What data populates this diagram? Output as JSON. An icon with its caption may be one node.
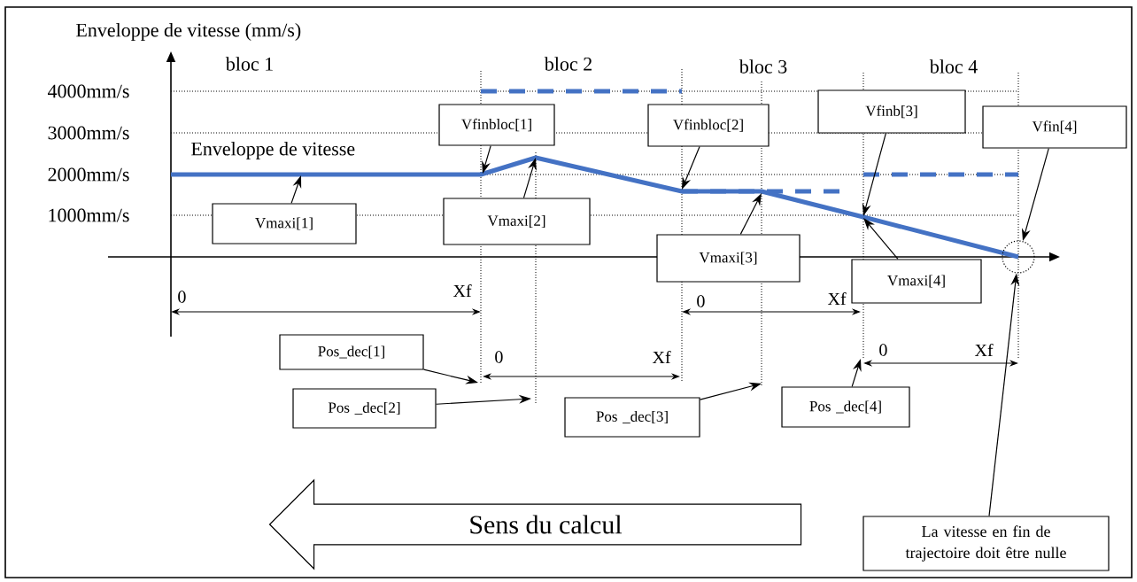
{
  "diagram": {
    "nodes": [
      {
        "text": [
          "Vfinbloc[1]"
        ]
      },
      {
        "text": [
          "Vfinbloc[2]"
        ]
      },
      {
        "text": [
          "Vfinb[3]"
        ]
      },
      {
        "text": [
          "Vfin[4]"
        ]
      },
      {
        "text": [
          "Vmaxi[1]"
        ]
      },
      {
        "text": [
          "Vmaxi[2]"
        ]
      },
      {
        "text": [
          "Vmaxi[3]"
        ]
      },
      {
        "text": [
          "Vmaxi[4]"
        ]
      },
      {
        "text": [
          "Pos_dec[1]"
        ]
      },
      {
        "text": [
          "Pos _dec[2]"
        ]
      },
      {
        "text": [
          "Pos _dec[3]"
        ]
      },
      {
        "text": [
          "Pos _dec[4]"
        ]
      },
      {
        "text": [
          "La vitesse en fin de trajectoire doit être nulle"
        ]
      },
      {
        "text": [
          "Sens du calcul"
        ]
      },
      {
        "text": [],
        "shape": "circle"
      }
    ],
    "edges": [
      {
        "from": 4,
        "to": null,
        "arrow": "to"
      },
      {
        "from": 0,
        "to": null,
        "arrow": "to"
      },
      {
        "from": 5,
        "to": null,
        "arrow": "to"
      },
      {
        "from": 1,
        "to": null,
        "arrow": "to"
      },
      {
        "from": 6,
        "to": null,
        "arrow": "to"
      },
      {
        "from": 2,
        "to": null,
        "arrow": "to"
      },
      {
        "from": 7,
        "to": null,
        "arrow": "to"
      },
      {
        "from": 3,
        "to": 14,
        "arrow": "to"
      },
      {
        "from": 8,
        "to": null,
        "arrow": "to"
      },
      {
        "from": 9,
        "to": null,
        "arrow": "to"
      },
      {
        "from": 10,
        "to": null,
        "arrow": "to"
      },
      {
        "from": 11,
        "to": null,
        "arrow": "to"
      },
      {
        "from": 12,
        "to": 14,
        "arrow": "to"
      }
    ],
    "labels": [
      "Enveloppe de vitesse (mm/s)",
      "bloc 1",
      "bloc 2",
      "bloc 3",
      "bloc 4",
      "4000mm/s",
      "3000mm/s",
      "2000mm/s",
      "1000mm/s",
      "Enveloppe de vitesse",
      "0",
      "Xf",
      "0",
      "Xf",
      "0",
      "Xf",
      "0",
      "Xf"
    ]
  }
}
